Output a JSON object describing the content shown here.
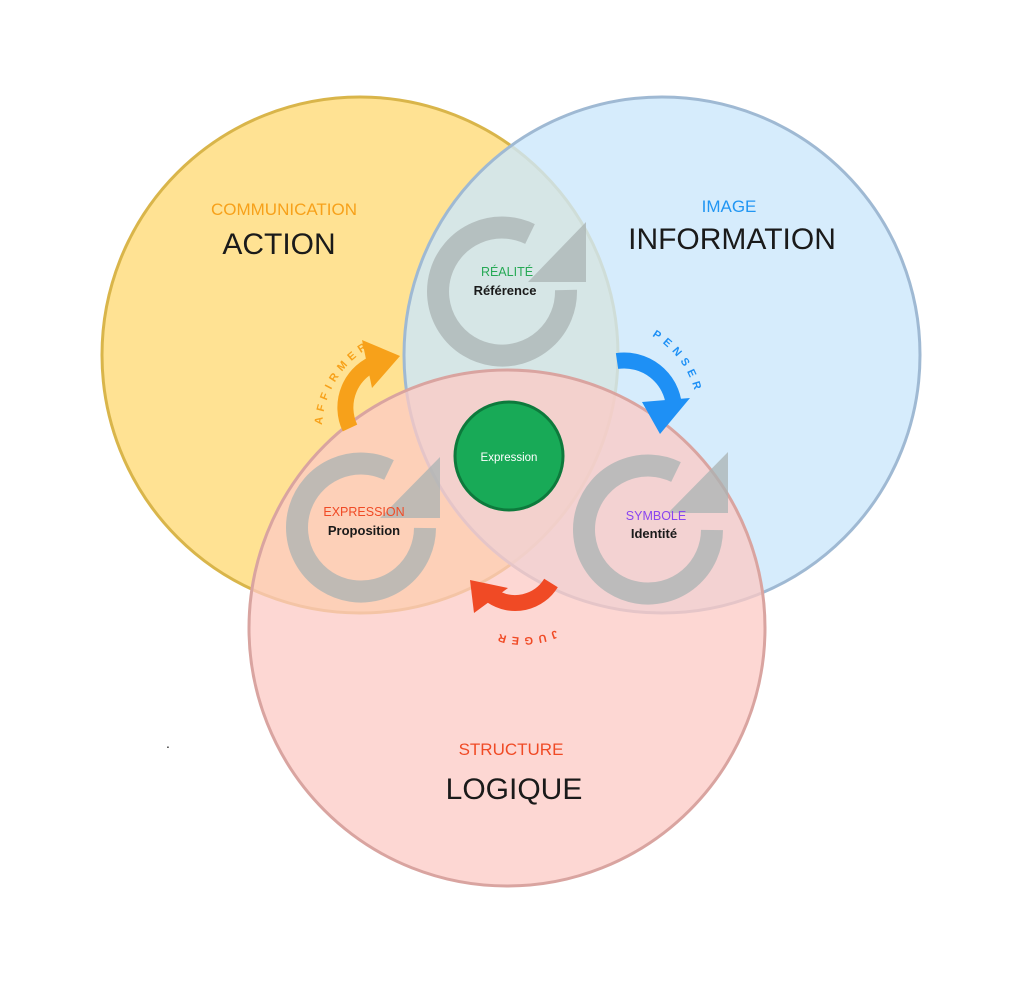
{
  "circles": {
    "action": {
      "category": "COMMUNICATION",
      "title": "ACTION",
      "fill": "#ffe08a",
      "stroke": "#d9b54a",
      "label_color": "#f7a11a"
    },
    "information": {
      "category": "IMAGE",
      "title": "INFORMATION",
      "fill": "#cce7fb",
      "stroke": "#9fb9d3",
      "label_color": "#2196f3"
    },
    "logique": {
      "category": "STRUCTURE",
      "title": "LOGIQUE",
      "fill": "#fcc9c4",
      "stroke": "#d9a4a0",
      "label_color": "#f04a25"
    }
  },
  "intersections": {
    "realite": {
      "category": "RÉALITÉ",
      "label": "Référence",
      "color": "#26a955"
    },
    "expression": {
      "category": "EXPRESSION",
      "label": "Proposition",
      "color": "#f04a25"
    },
    "symbole": {
      "category": "SYMBOLE",
      "label": "Identité",
      "color": "#8a45f0"
    }
  },
  "center": {
    "label": "Expression",
    "fill": "#18aa57",
    "stroke": "#0d7a3c"
  },
  "verbs": {
    "affirmer": {
      "label": "AFFIRMER",
      "color": "#f7a11a"
    },
    "penser": {
      "label": "PENSER",
      "color": "#1e90f5"
    },
    "juger": {
      "label": "JUGER",
      "color": "#f04a25"
    }
  },
  "cycle_icon_color": "#a9b3b3",
  "marker_dot": "."
}
